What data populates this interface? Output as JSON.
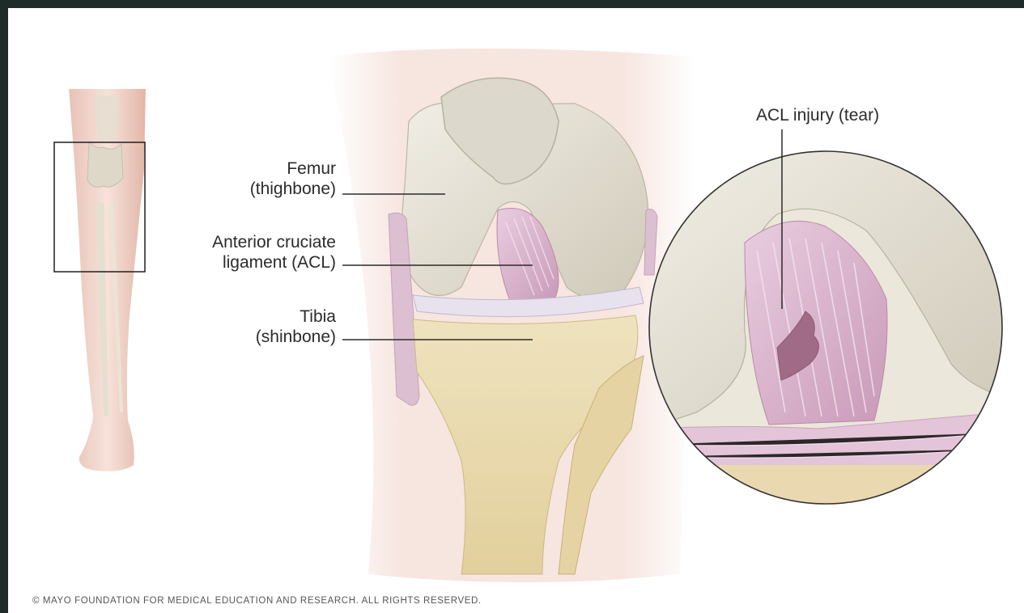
{
  "labels": {
    "femur": [
      "Femur",
      "(thighbone)"
    ],
    "acl": [
      "Anterior cruciate",
      "ligament (ACL)"
    ],
    "tibia": [
      "Tibia",
      "(shinbone)"
    ],
    "injury": "ACL injury (tear)"
  },
  "copyright": "© MAYO FOUNDATION FOR MEDICAL EDUCATION AND RESEARCH. ALL RIGHTS RESERVED.",
  "colors": {
    "background_frame": "#1f2b28",
    "skin": "#f3d9d1",
    "bone": "#e6e2d4",
    "tibia": "#ece0b8",
    "ligament": "#dbb4cc",
    "leader_lines": "#2b2b2b"
  }
}
